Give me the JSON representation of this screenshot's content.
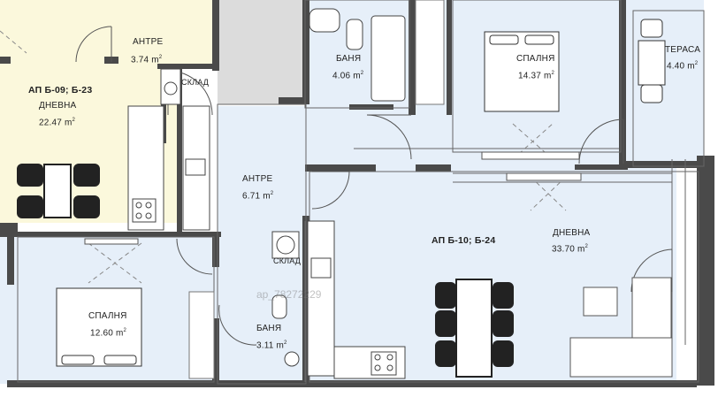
{
  "colors": {
    "apartment_b09_fill": "#fbf8dc",
    "apartment_b10_fill": "#e6eff9",
    "wall": "#4a4a4a",
    "stair_gray": "#dcdcdc"
  },
  "units": {
    "b09": {
      "name": "АП Б-09; Б-23"
    },
    "b10": {
      "name": "АП Б-10; Б-24"
    }
  },
  "area_unit": "m",
  "rooms": {
    "b09_hall": {
      "name": "АНТРЕ",
      "area": "3.74"
    },
    "b09_living": {
      "name": "ДНЕВНА",
      "area": "22.47"
    },
    "b09_storage": {
      "name": "СКЛАД"
    },
    "b10_bath_top": {
      "name": "БАНЯ",
      "area": "4.06"
    },
    "b10_bedroom_top": {
      "name": "СПАЛНЯ",
      "area": "14.37"
    },
    "b10_terrace": {
      "name": "ТЕРАСА",
      "area": "4.40"
    },
    "b10_hall": {
      "name": "АНТРЕ",
      "area": "6.71"
    },
    "b10_living": {
      "name": "ДНЕВНА",
      "area": "33.70"
    },
    "b10_storage": {
      "name": "СКЛАД"
    },
    "b10_bedroom_bottom": {
      "name": "СПАЛНЯ",
      "area": "12.60"
    },
    "b10_bath_bottom": {
      "name": "БАНЯ",
      "area": "3.11"
    }
  },
  "watermark": "ap_78272229"
}
